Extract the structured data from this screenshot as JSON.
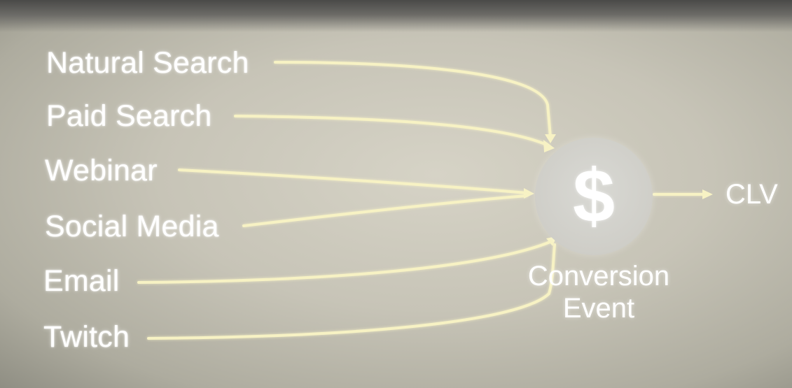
{
  "sources": [
    {
      "label": "Natural Search"
    },
    {
      "label": "Paid Search"
    },
    {
      "label": "Webinar"
    },
    {
      "label": "Social Media"
    },
    {
      "label": "Email"
    },
    {
      "label": "Twitch"
    }
  ],
  "conversion": {
    "symbol": "$",
    "line1": "Conversion",
    "line2": "Event"
  },
  "outcome": {
    "label": "CLV"
  },
  "colors": {
    "text": "#ffffff",
    "arrow": "#f7f2c4",
    "circle": "#d3d2cc"
  }
}
